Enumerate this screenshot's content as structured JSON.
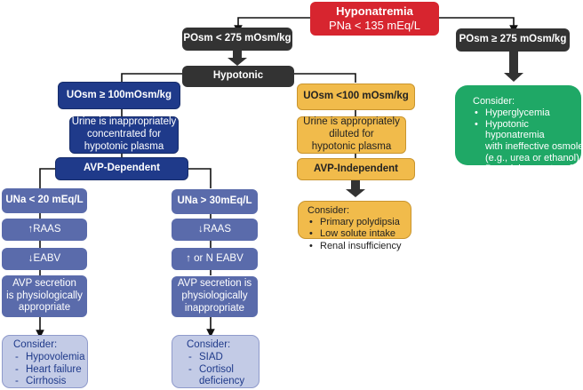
{
  "title": {
    "line1": "Hyponatremia",
    "line2": "PNa < 135 mEq/L"
  },
  "posm_low": "POsm < 275 mOsm/kg",
  "posm_high": "POsm ≥ 275 mOsm/kg",
  "hypotonic": "Hypotonic",
  "uosm_high": "UOsm ≥ 100mOsm/kg",
  "uosm_low": "UOsm <100 mOsm/kg",
  "urine_conc": [
    "Urine is inappropriately",
    "concentrated for",
    "hypotonic plasma"
  ],
  "urine_dil": [
    "Urine is appropriately",
    "diluted for",
    "hypotonic plasma"
  ],
  "avp_dep": "AVP-Dependent",
  "avp_indep": "AVP-Independent",
  "left_branch": {
    "una": "UNa < 20 mEq/L",
    "raas": "↑RAAS",
    "eabv": "↓EABV",
    "avp": [
      "AVP secretion",
      "is physiologically",
      "appropriate"
    ],
    "consider_label": "Consider:",
    "consider_items": [
      "Hypovolemia",
      "Heart failure",
      "Cirrhosis"
    ]
  },
  "mid_branch": {
    "una": "UNa > 30mEq/L",
    "raas": "↓RAAS",
    "eabv": "↑ or N EABV",
    "avp": [
      "AVP secretion is",
      "physiologically",
      "inappropriate"
    ],
    "consider_label": "Consider:",
    "consider_items": [
      "SIAD",
      "Cortisol",
      "deficiency"
    ]
  },
  "gold_consider": {
    "label": "Consider:",
    "items": [
      "Primary polydipsia",
      "Low solute intake",
      "Renal insufficiency"
    ]
  },
  "green_consider": {
    "label": "Consider:",
    "items": [
      "Hyperglycemia",
      "Hypotonic",
      "hyponatremia",
      "with ineffective osmoles",
      "(e.g., urea or ethanol)",
      "Pseudohyponatremia"
    ]
  },
  "bullet_dot": "•",
  "bullet_dash": "-",
  "colors": {
    "red": "#d7252f",
    "dark": "#333333",
    "navy": "#1f3a8a",
    "slate": "#5a6bab",
    "pale": "#c3cbe6",
    "gold": "#f1bb4b",
    "green": "#1fa866"
  }
}
